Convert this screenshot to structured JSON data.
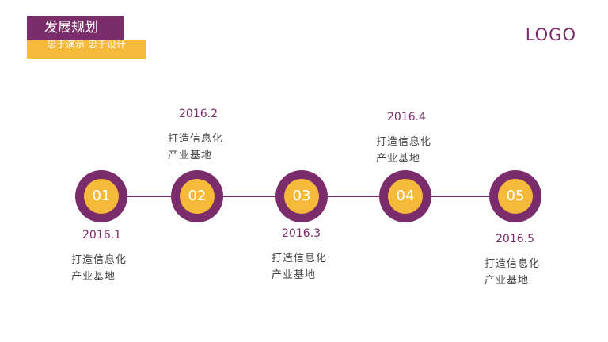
{
  "header": {
    "title": "发展规划",
    "subtitle": "忠于演示    忠于设计",
    "logo": "LOGO"
  },
  "timeline": [
    {
      "number": "01",
      "date": "2016.1",
      "desc_line1": "打造信息化",
      "desc_line2": "产业基地"
    },
    {
      "number": "02",
      "date": "2016.2",
      "desc_line1": "打造信息化",
      "desc_line2": "产业基地"
    },
    {
      "number": "03",
      "date": "2016.3",
      "desc_line1": "打造信息化",
      "desc_line2": "产业基地"
    },
    {
      "number": "04",
      "date": "2016.4",
      "desc_line1": "打造信息化",
      "desc_line2": "产业基地"
    },
    {
      "number": "05",
      "date": "2016.5",
      "desc_line1": "打造信息化",
      "desc_line2": "产业基地"
    }
  ],
  "colors": {
    "primary": "#7b2d6b",
    "accent": "#f7b93a"
  }
}
